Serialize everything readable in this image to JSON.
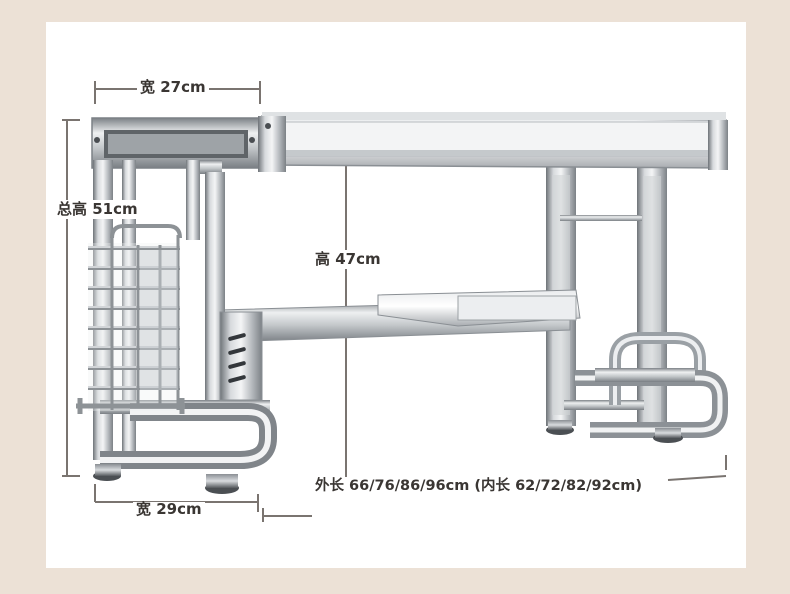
{
  "labels": {
    "top_width": "宽 27cm",
    "total_height": "总高 51cm",
    "inner_height": "高 47cm",
    "bottom_width": "宽 29cm",
    "length": "外长 66/76/86/96cm (内长 62/72/82/92cm)"
  },
  "colors": {
    "background": "#ece1d6",
    "panel": "#ffffff",
    "dimension_line": "#7a7470",
    "label_text": "#3a3633",
    "steel_light": "#f2f3f4",
    "steel_mid": "#b8bcc0",
    "steel_dark": "#6e7378"
  }
}
